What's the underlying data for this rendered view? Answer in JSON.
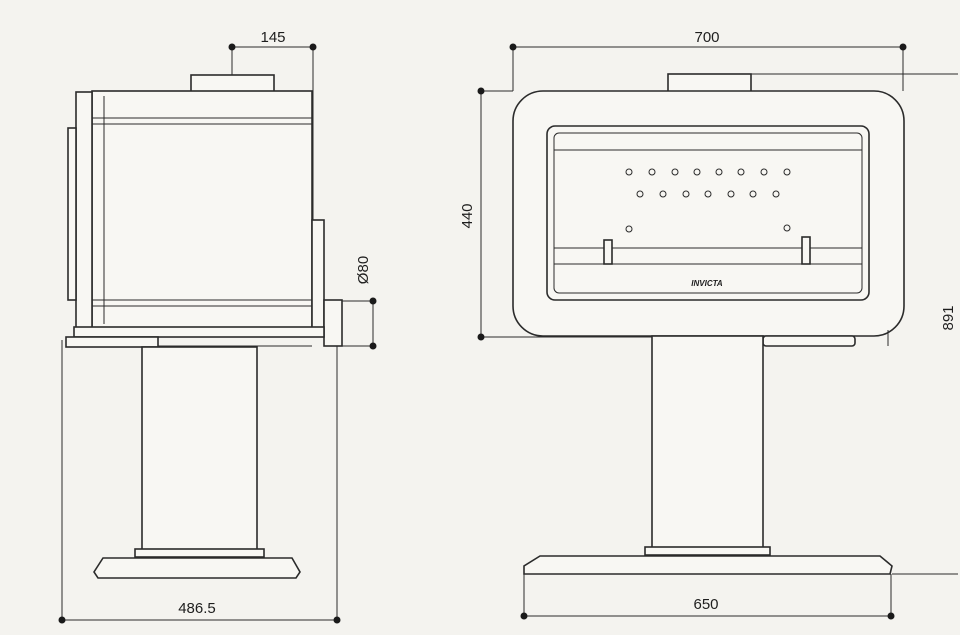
{
  "side_view": {
    "dims": {
      "flue_offset": "145",
      "flue_diameter": "Ø80",
      "depth": "486.5"
    }
  },
  "front_view": {
    "dims": {
      "width": "700",
      "body_height": "440",
      "total_height": "891",
      "base_width": "650"
    },
    "logo": "INVICTA"
  },
  "colors": {
    "paper": "#f4f3ef",
    "line": "#2b2b2b"
  }
}
